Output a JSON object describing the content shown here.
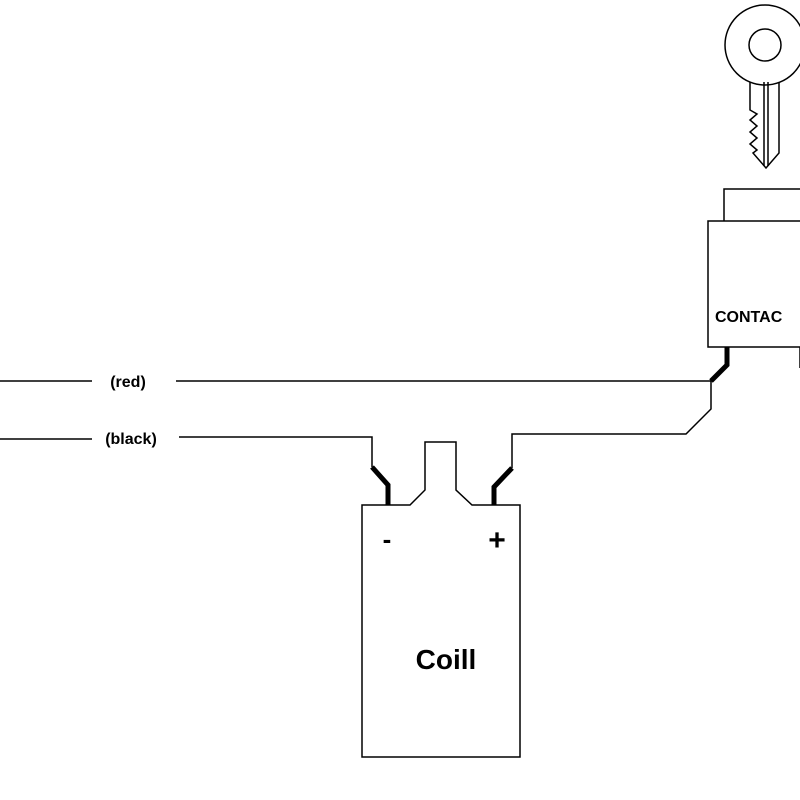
{
  "wires": {
    "red_label": "(red)",
    "black_label": "(black)"
  },
  "contact_switch": {
    "label": "CONTAC"
  },
  "coil": {
    "label": "Coill",
    "negative_terminal": "-",
    "positive_terminal": "+"
  },
  "colors": {
    "line": "#000000",
    "background": "#ffffff"
  }
}
